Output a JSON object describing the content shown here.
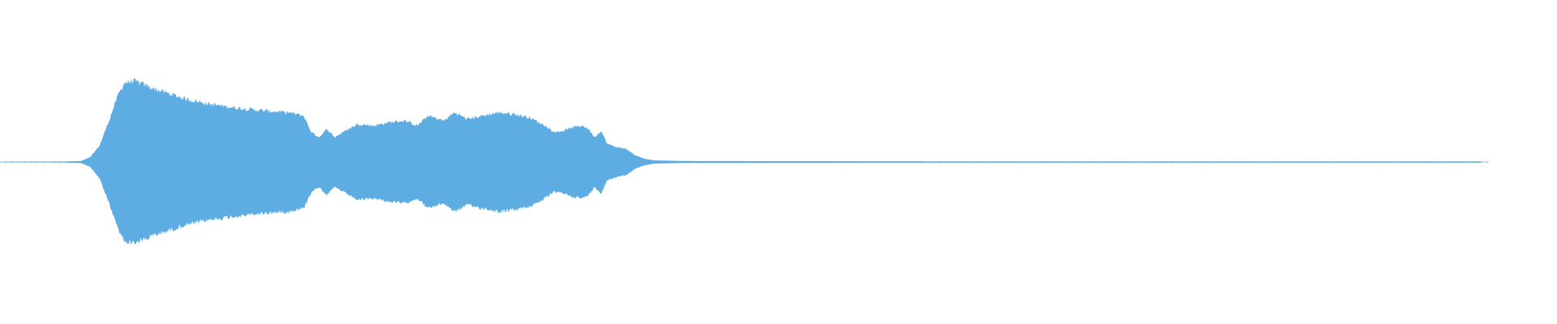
{
  "waveform": {
    "color": "#5dacE2",
    "background": "#ffffff",
    "center_line_color": "#5dacE2",
    "amplitude_envelope": [
      [
        0.0,
        0.004
      ],
      [
        0.04,
        0.006
      ],
      [
        0.052,
        0.012
      ],
      [
        0.058,
        0.06
      ],
      [
        0.064,
        0.2
      ],
      [
        0.07,
        0.5
      ],
      [
        0.076,
        0.82
      ],
      [
        0.08,
        0.96
      ],
      [
        0.086,
        0.98
      ],
      [
        0.092,
        0.94
      ],
      [
        0.1,
        0.88
      ],
      [
        0.11,
        0.82
      ],
      [
        0.12,
        0.76
      ],
      [
        0.135,
        0.7
      ],
      [
        0.15,
        0.66
      ],
      [
        0.17,
        0.62
      ],
      [
        0.185,
        0.6
      ],
      [
        0.195,
        0.56
      ],
      [
        0.2,
        0.36
      ],
      [
        0.205,
        0.3
      ],
      [
        0.21,
        0.4
      ],
      [
        0.215,
        0.3
      ],
      [
        0.222,
        0.38
      ],
      [
        0.23,
        0.46
      ],
      [
        0.24,
        0.44
      ],
      [
        0.25,
        0.48
      ],
      [
        0.26,
        0.5
      ],
      [
        0.268,
        0.44
      ],
      [
        0.275,
        0.56
      ],
      [
        0.285,
        0.5
      ],
      [
        0.292,
        0.6
      ],
      [
        0.3,
        0.52
      ],
      [
        0.31,
        0.56
      ],
      [
        0.32,
        0.6
      ],
      [
        0.33,
        0.58
      ],
      [
        0.34,
        0.54
      ],
      [
        0.35,
        0.44
      ],
      [
        0.356,
        0.36
      ],
      [
        0.362,
        0.38
      ],
      [
        0.368,
        0.42
      ],
      [
        0.374,
        0.44
      ],
      [
        0.378,
        0.4
      ],
      [
        0.382,
        0.3
      ],
      [
        0.386,
        0.38
      ],
      [
        0.39,
        0.22
      ],
      [
        0.396,
        0.18
      ],
      [
        0.402,
        0.16
      ],
      [
        0.408,
        0.08
      ],
      [
        0.414,
        0.04
      ],
      [
        0.42,
        0.02
      ],
      [
        0.44,
        0.012
      ],
      [
        0.5,
        0.01
      ],
      [
        0.6,
        0.008
      ],
      [
        0.7,
        0.008
      ],
      [
        0.8,
        0.008
      ],
      [
        0.9,
        0.008
      ],
      [
        0.95,
        0.008
      ],
      [
        0.955,
        0.0
      ],
      [
        1.0,
        0.0
      ]
    ],
    "scatter_dots": true
  }
}
